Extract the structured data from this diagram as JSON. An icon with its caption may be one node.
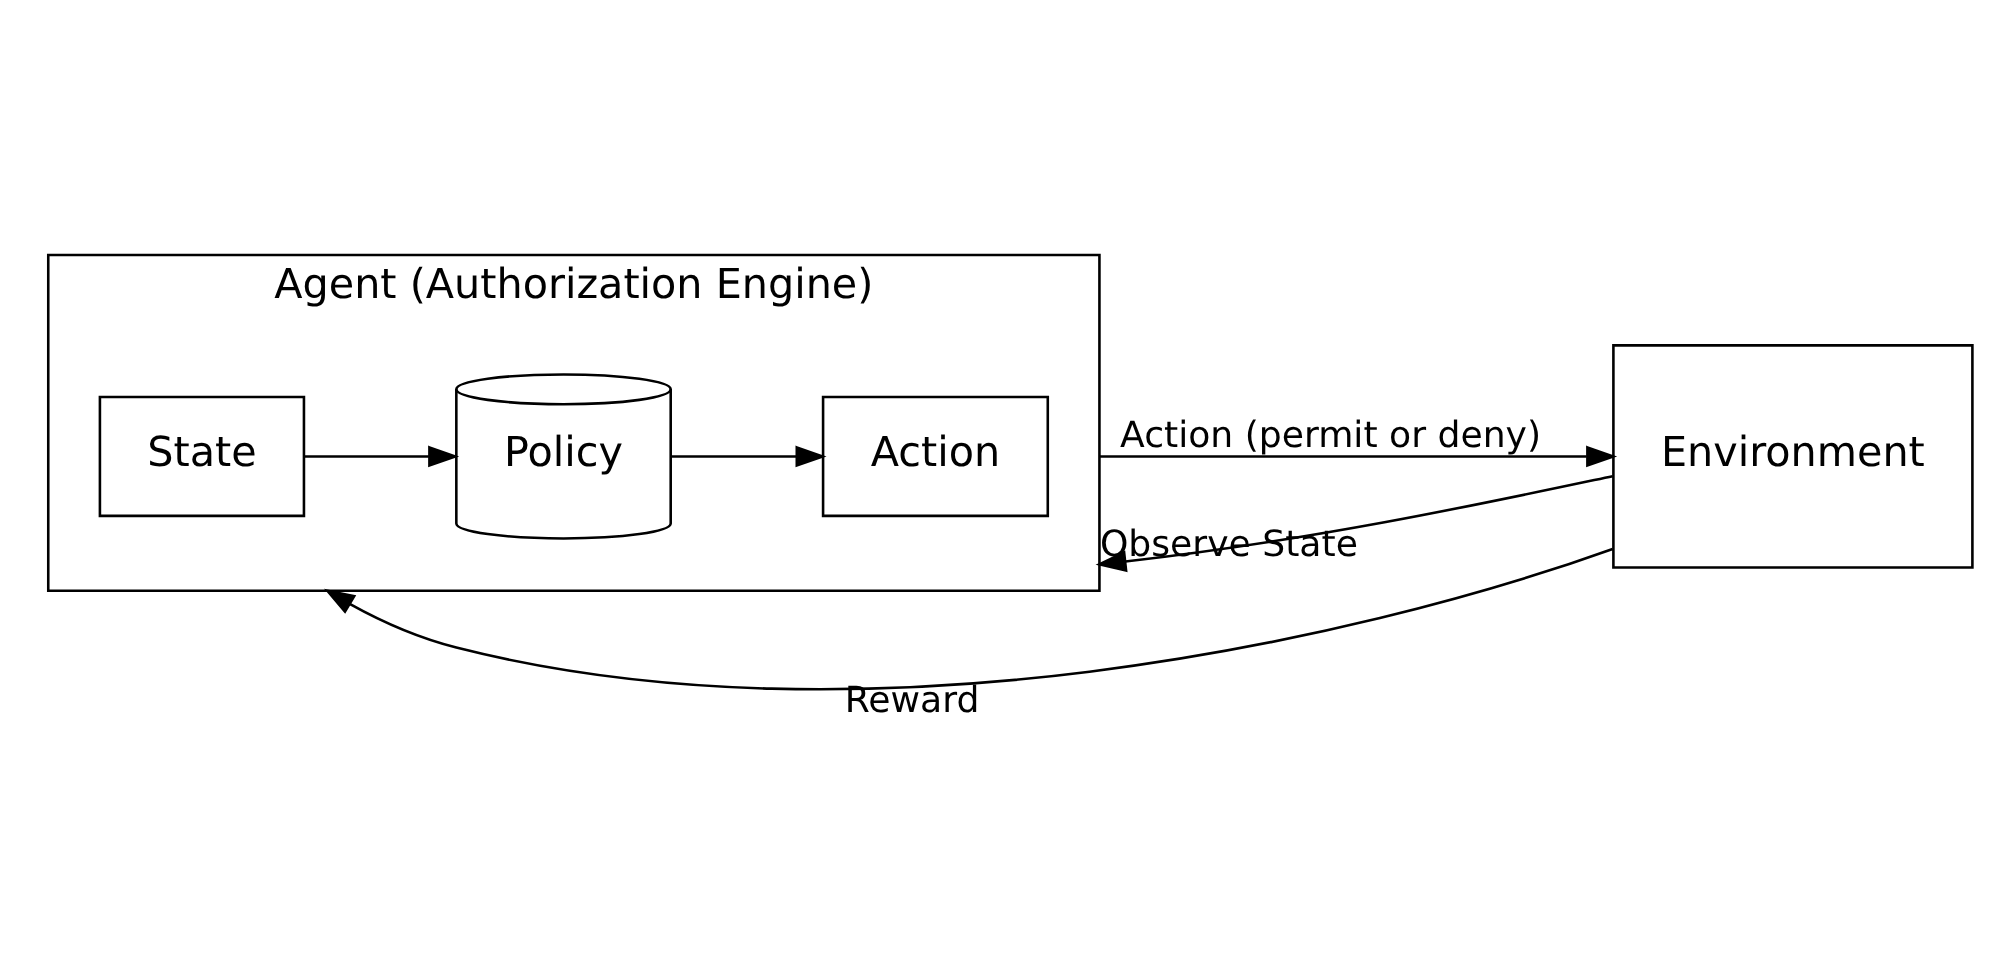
{
  "diagram": {
    "nodes": [
      {
        "text": [
          "Agent (Authorization Engine)"
        ]
      },
      {
        "text": [
          "State"
        ],
        "in": 0
      },
      {
        "text": [
          "Policy"
        ],
        "in": 0
      },
      {
        "text": [
          "Action"
        ],
        "in": 0
      },
      {
        "text": [
          "Environment"
        ]
      }
    ],
    "edges": [
      {
        "from": 1,
        "to": 2,
        "arrow": "to"
      },
      {
        "from": 2,
        "to": 3,
        "arrow": "to"
      },
      {
        "from": 0,
        "to": 4,
        "arrow": "to",
        "label": "Action (permit or deny)"
      },
      {
        "from": 4,
        "to": 0,
        "arrow": "to",
        "label": "Reward"
      },
      {
        "from": 4,
        "to": 0,
        "arrow": "to",
        "label": "Observe State"
      }
    ]
  }
}
